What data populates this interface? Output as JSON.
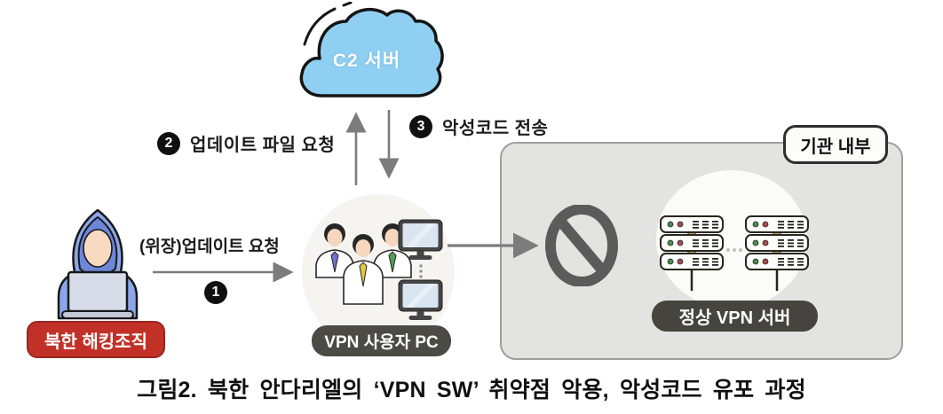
{
  "caption": "그림2. 북한 안다리엘의 ‘VPN SW’ 취약점 악용, 악성코드 유포 과정",
  "nodes": {
    "c2_server": {
      "label": "C2 서버"
    },
    "hacker": {
      "label": "북한 해킹조직"
    },
    "vpn_users": {
      "label": "VPN 사용자 PC"
    },
    "institution": {
      "label": "기관 내부"
    },
    "vpn_server": {
      "label": "정상 VPN 서버"
    }
  },
  "steps": [
    {
      "number": "1",
      "label": "(위장)업데이트 요청"
    },
    {
      "number": "2",
      "label": "업데이트 파일 요청"
    },
    {
      "number": "3",
      "label": "악성코드 전송"
    }
  ],
  "colors": {
    "cloud_fill": "#8FD0F2",
    "hacker_label_bg": "#C23128",
    "dark_label_bg": "#45443F",
    "institution_box_bg": "#E3E3E2",
    "prohibition_sign": "#5B5B5B",
    "arrow": "#7C7C7C"
  }
}
